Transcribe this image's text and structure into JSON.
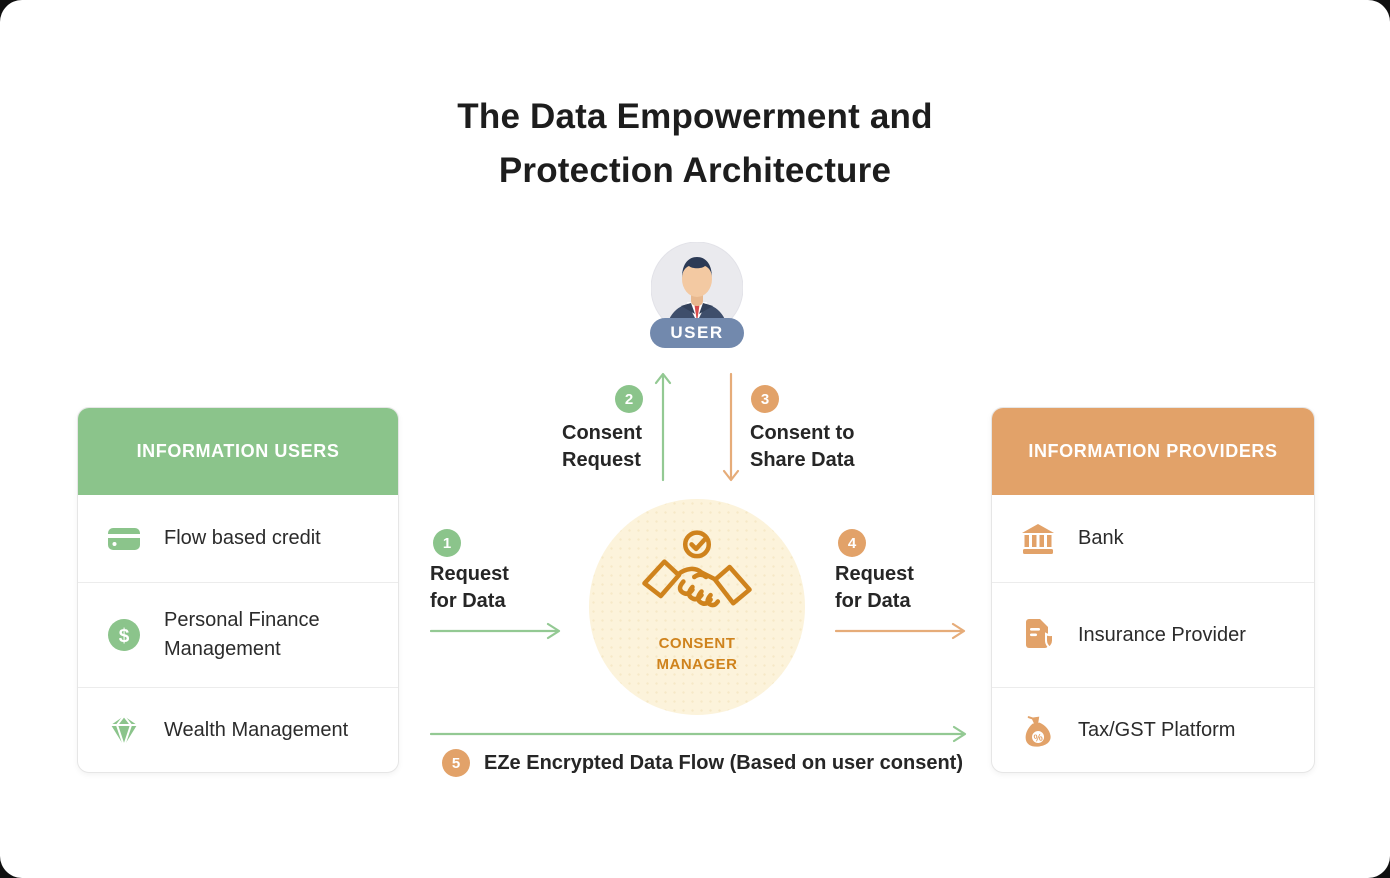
{
  "title": {
    "line1": "The Data Empowerment and",
    "line2": "Protection Architecture"
  },
  "user": {
    "label": "USER",
    "icon": "user-avatar-icon"
  },
  "consent_manager": {
    "icon": "handshake-check-icon",
    "line1": "CONSENT",
    "line2": "MANAGER"
  },
  "panels": {
    "information_users": {
      "header": "INFORMATION USERS",
      "accent": "#8BC48B",
      "items": [
        {
          "icon": "credit-card-icon",
          "label": "Flow based credit"
        },
        {
          "icon": "dollar-coin-icon",
          "label": "Personal Finance Management"
        },
        {
          "icon": "gem-icon",
          "label": "Wealth Management"
        }
      ]
    },
    "information_providers": {
      "header": "INFORMATION PROVIDERS",
      "accent": "#E2A269",
      "items": [
        {
          "icon": "bank-icon",
          "label": "Bank"
        },
        {
          "icon": "document-shield-icon",
          "label": "Insurance Provider"
        },
        {
          "icon": "money-bag-percent-icon",
          "label": "Tax/GST Platform"
        }
      ]
    }
  },
  "steps": [
    {
      "number": "1",
      "label": "Request for Data",
      "badge_color": "#8BC48B",
      "arrow": "right",
      "arrow_color": "#93C993"
    },
    {
      "number": "2",
      "label": "Consent Request",
      "badge_color": "#8BC48B",
      "arrow": "up",
      "arrow_color": "#93C993"
    },
    {
      "number": "3",
      "label": "Consent to Share Data",
      "badge_color": "#E2A269",
      "arrow": "down",
      "arrow_color": "#E6AC79"
    },
    {
      "number": "4",
      "label": "Request for Data",
      "badge_color": "#E2A269",
      "arrow": "right",
      "arrow_color": "#E6AC79"
    },
    {
      "number": "5",
      "label": "EZe Encrypted Data Flow (Based on user consent)",
      "badge_color": "#E2A269",
      "arrow": "right",
      "arrow_color": "#93C993"
    }
  ],
  "colors": {
    "green": "#8BC48B",
    "orange": "#E2A269",
    "consent_bg": "#FCF3DB",
    "consent_accent": "#CF831D",
    "user_badge_bg": "#7289AD",
    "text_dark": "#1D1D1D",
    "text_body": "#2B2B2B"
  }
}
